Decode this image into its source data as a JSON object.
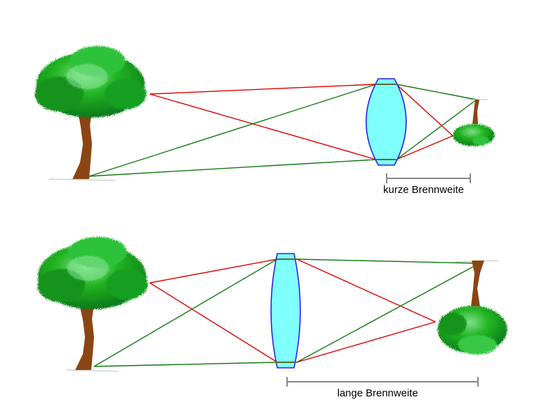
{
  "labels": {
    "short_focal": "kurze Brennweite",
    "long_focal": "lange Brennweite"
  },
  "colors": {
    "ray_top": "#dd0000",
    "ray_bottom": "#117711",
    "lens_fill": "#80ffff",
    "lens_stroke": "#2222ee",
    "focal_bar": "#888888",
    "trunk": "#8b4513",
    "foliage_dark": "#0a7a1a",
    "foliage_mid": "#22b422",
    "foliage_light": "#7ee38a",
    "ground": "#bdbdbd"
  },
  "diagrams": [
    {
      "name": "short-focal-length",
      "lens": "convex-thick"
    },
    {
      "name": "long-focal-length",
      "lens": "convex-thin"
    }
  ]
}
